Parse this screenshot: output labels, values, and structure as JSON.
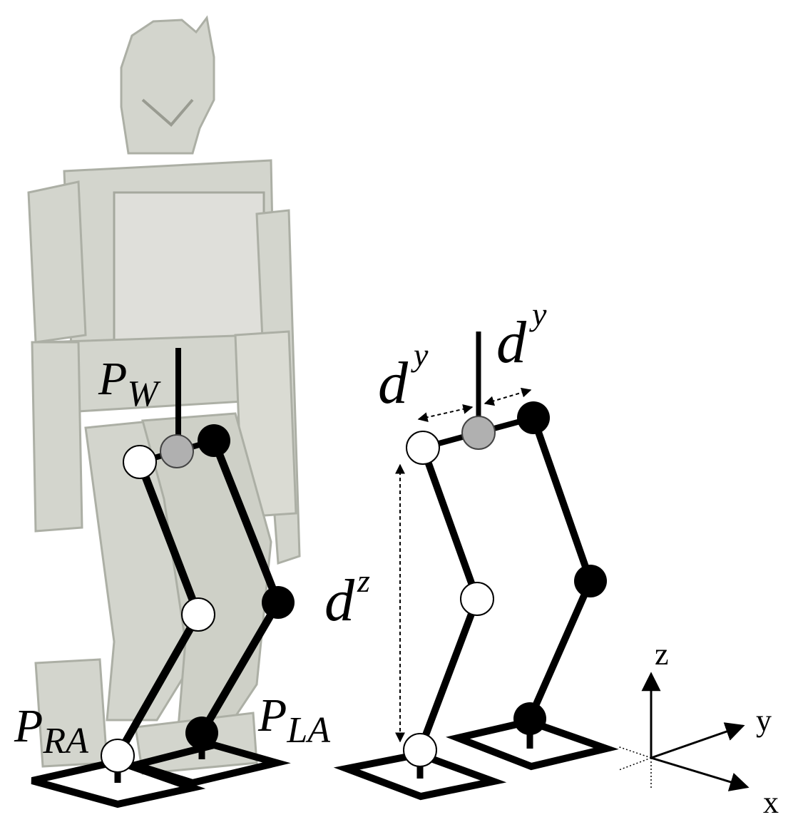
{
  "labels": {
    "pw_main": "P",
    "pw_sub": "W",
    "pra_main": "P",
    "pra_sub": "RA",
    "pla_main": "P",
    "pla_sub": "LA",
    "dy_left_main": "d",
    "dy_left_sup": "y",
    "dy_right_main": "d",
    "dy_right_sup": "y",
    "dz_main": "d",
    "dz_sup": "z",
    "axis_x": "x",
    "axis_y": "y",
    "axis_z": "z"
  },
  "colors": {
    "waist_joint": "#b0b0b0",
    "left_leg_joint": "#000000",
    "right_leg_joint": "#ffffff",
    "link": "#000000",
    "robot_silhouette": "#c9ccc2"
  },
  "icons": {
    "robot": "humanoid-robot-photo"
  }
}
